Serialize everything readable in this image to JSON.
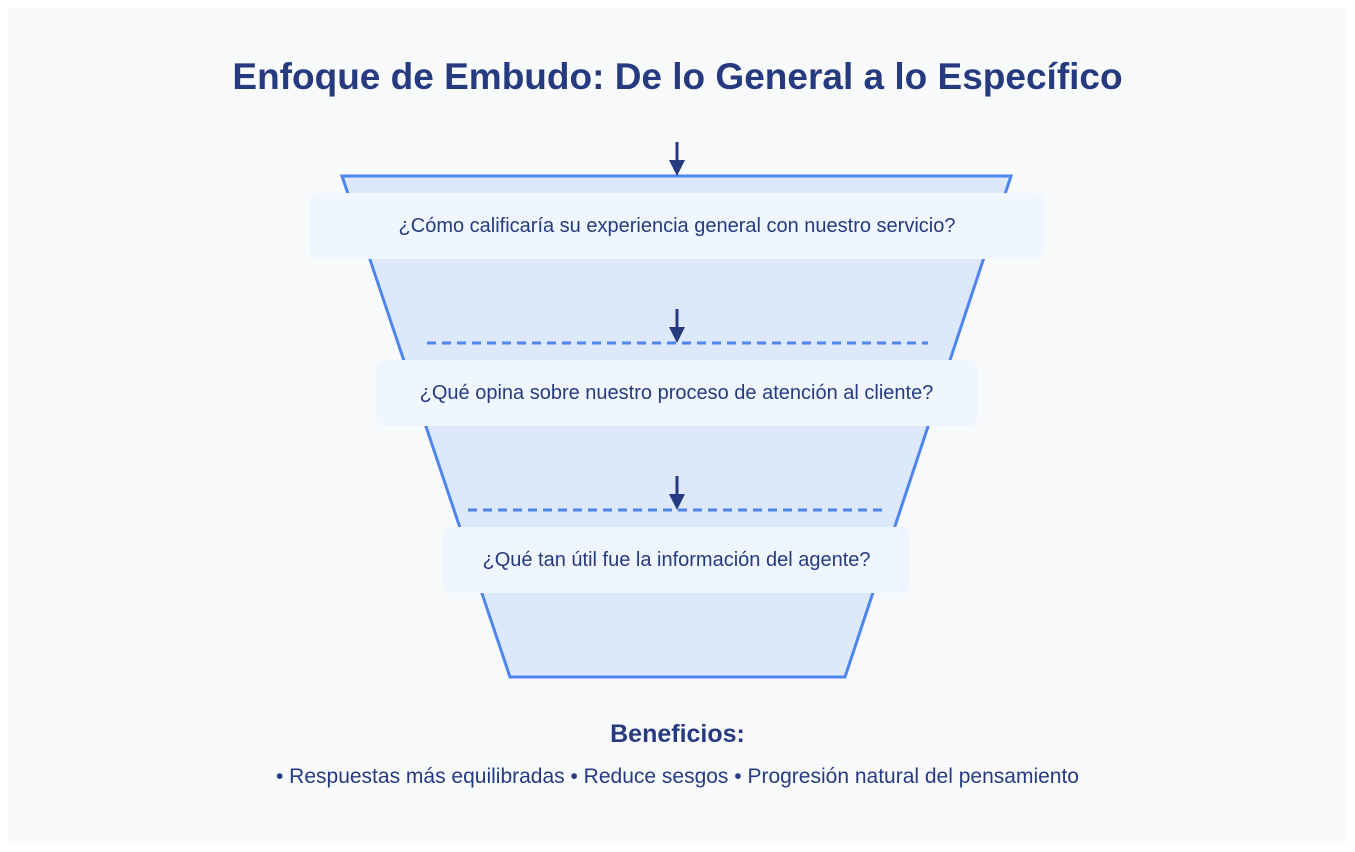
{
  "title": "Enfoque de Embudo: De lo General a lo Específico",
  "questions": [
    "¿Cómo calificaría su experiencia general con nuestro servicio?",
    "¿Qué opina sobre nuestro proceso de atención al cliente?",
    "¿Qué tan útil fue la información del agente?"
  ],
  "benefits": {
    "title": "Beneficios:",
    "list": "• Respuestas más equilibradas • Reduce sesgos • Progresión natural del pensamiento"
  },
  "colors": {
    "accent": "#263a80",
    "funnel_fill": "#dde8fa",
    "funnel_stroke": "#4f86ee",
    "box": "#eff6ff"
  }
}
